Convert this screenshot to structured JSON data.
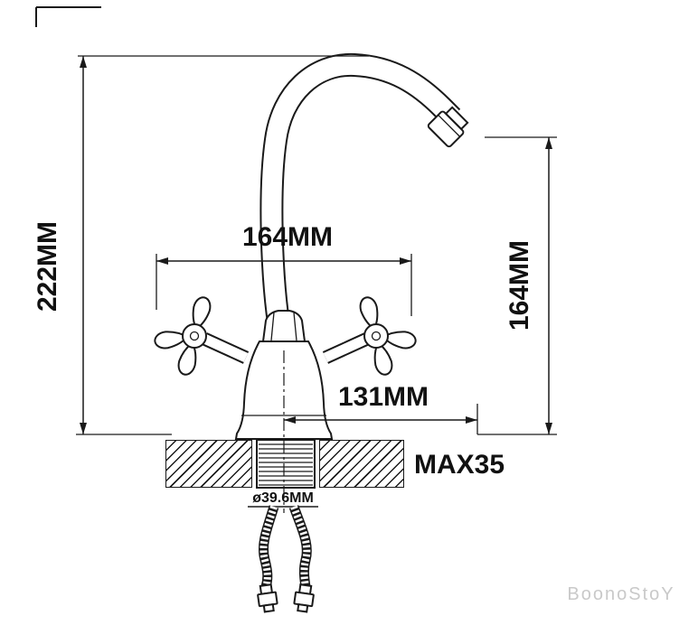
{
  "diagram": {
    "dims": {
      "overall_height": "222MM",
      "handle_span": "164MM",
      "spout_height": "164MM",
      "spout_reach": "131MM",
      "max_mount_thickness": "MAX35",
      "shank_diameter": "ø39.6MM"
    },
    "watermark": "BoonoStoY",
    "colors": {
      "line": "#1a1a1a",
      "watermark": "#c9c9c9",
      "background": "#ffffff"
    }
  }
}
